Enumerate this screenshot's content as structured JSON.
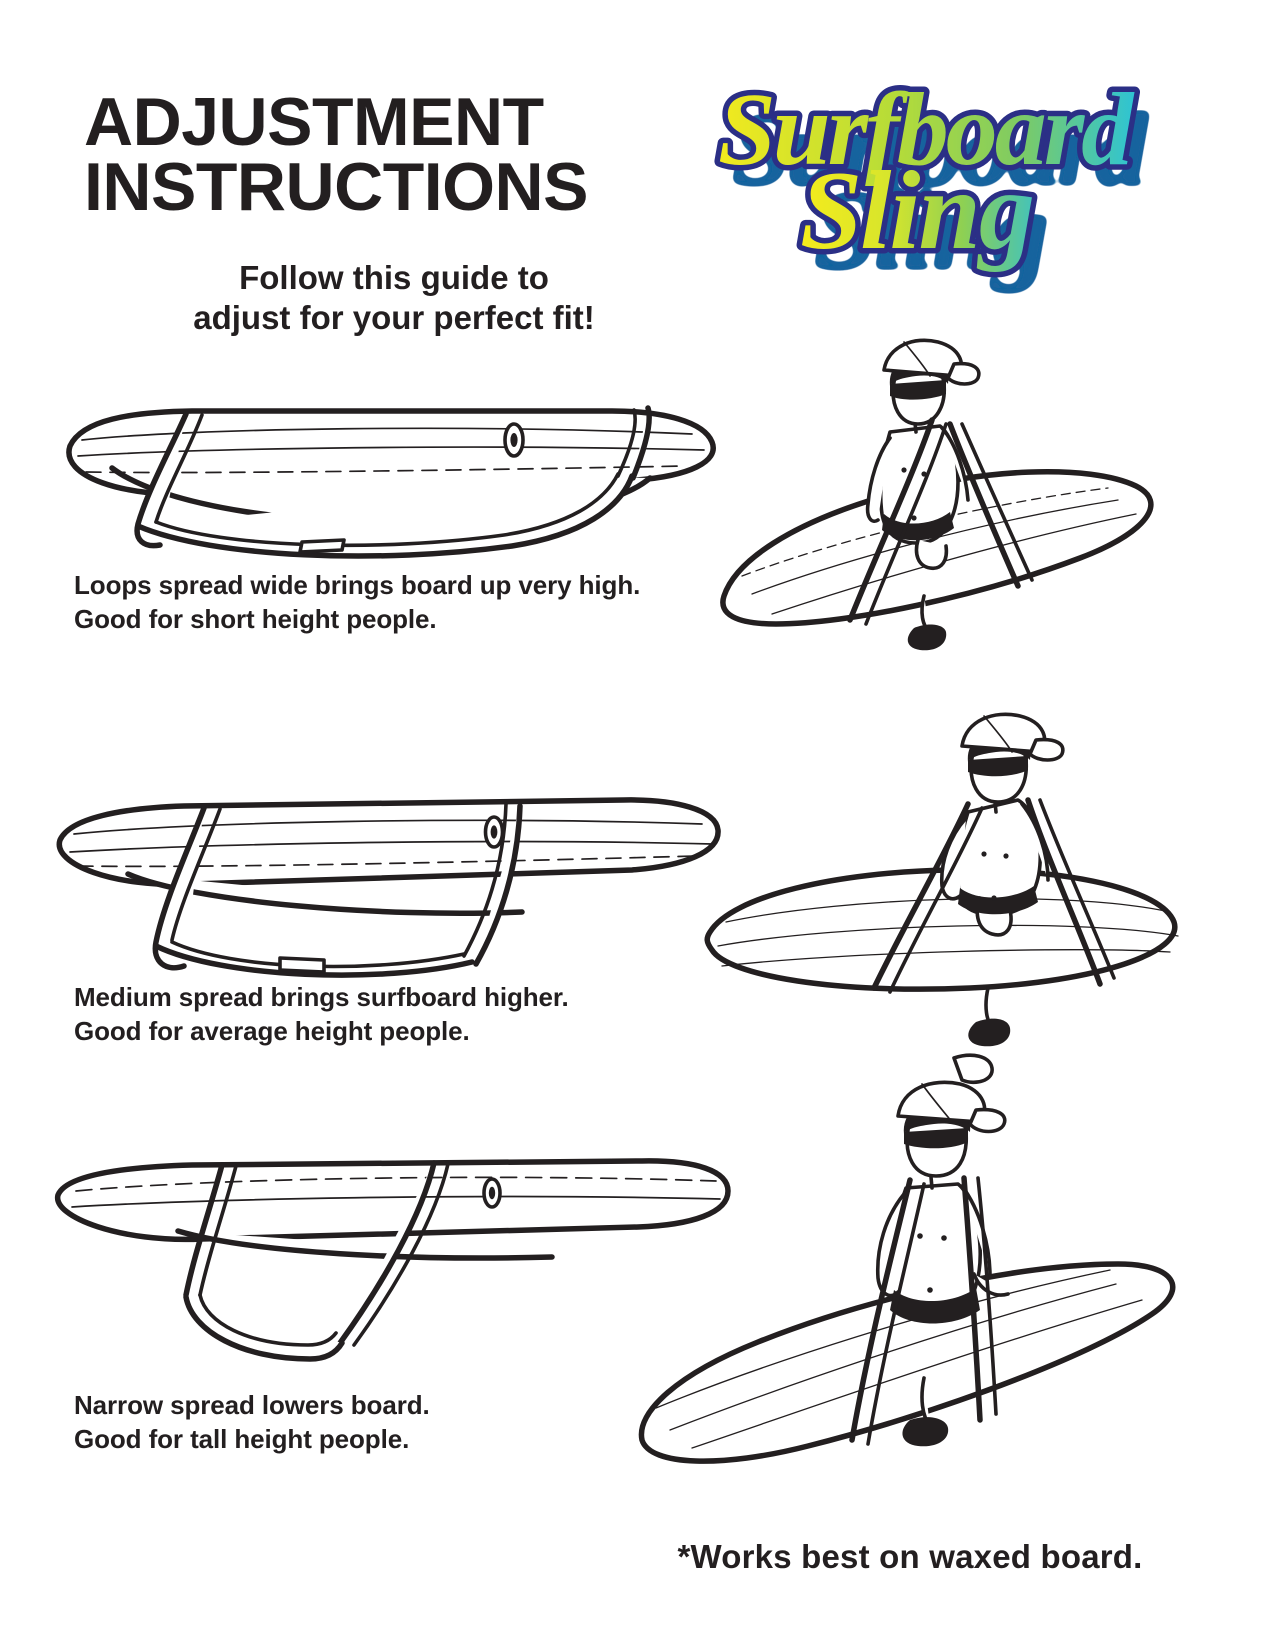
{
  "document": {
    "title": "ADJUSTMENT\nINSTRUCTIONS",
    "subtitle": "Follow this guide to\nadjust for your perfect fit!",
    "footer_note": "*Works best on waxed board."
  },
  "logo": {
    "line1": "Surfboard",
    "line2": "Sling",
    "colors": {
      "fill_start": "#f2ea1e",
      "fill_mid": "#8dd04a",
      "fill_end": "#2ec4d4",
      "outline": "#2b2f86",
      "shadow": "#19639e"
    }
  },
  "sections": [
    {
      "id": "wide",
      "caption": "Loops spread wide brings board up very high.\nGood for short height people.",
      "pack_alt": "Surfboard in bag, lying flat, sling loops spread wide apart",
      "surfer_alt": "Surfer wearing cap and sunglasses carrying board angled steeply high on the body"
    },
    {
      "id": "medium",
      "caption": "Medium spread brings surfboard higher.\nGood for average height people.",
      "pack_alt": "Surfboard in bag, lying flat, sling loops at a medium spread",
      "surfer_alt": "Surfer carrying board level, held at chest height"
    },
    {
      "id": "narrow",
      "caption": "Narrow spread lowers board.\nGood for tall height people.",
      "pack_alt": "Surfboard in bag, lying flat, sling loops close together forming a narrow V",
      "surfer_alt": "Tall surfer carrying board angled low, hanging down at hip level"
    }
  ]
}
